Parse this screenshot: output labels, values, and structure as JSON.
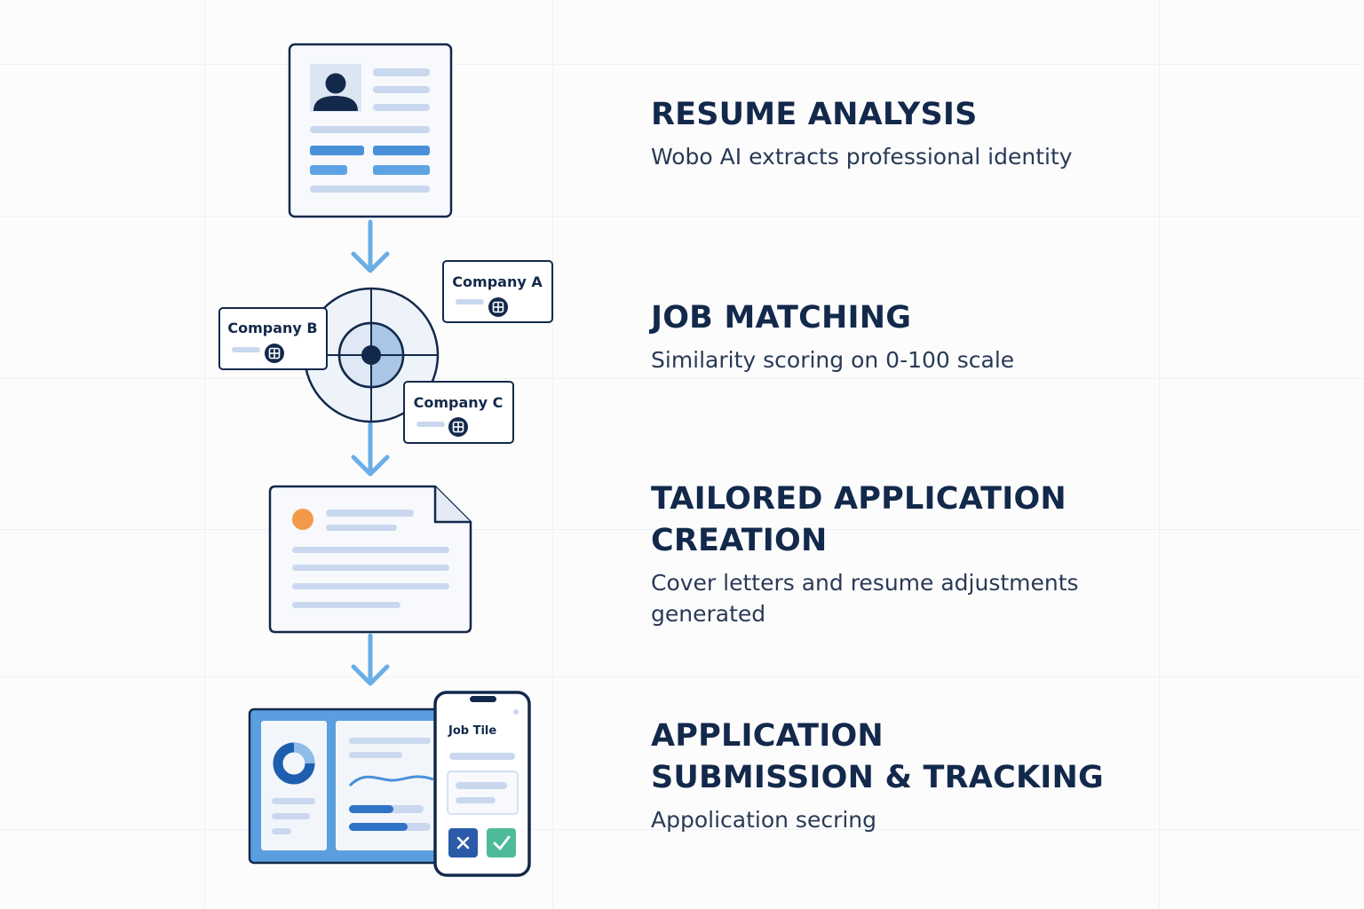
{
  "steps": [
    {
      "title": "RESUME ANALYSIS",
      "description": "Wobo AI extracts professional identity"
    },
    {
      "title": "JOB MATCHING",
      "description": "Similarity scoring on 0-100 scale"
    },
    {
      "title": "TAILORED APPLICATION\nCREATION",
      "description": "Cover letters and resume adjustments\ngenerated"
    },
    {
      "title": "APPLICATION\nSUBMISSION & TRACKING",
      "description": "Appolication secring"
    }
  ],
  "companies": {
    "a": "Company A",
    "b": "Company B",
    "c": "Company C"
  },
  "phone": {
    "job_title": "Job Tile"
  },
  "icons": {
    "reject": "close-icon",
    "accept": "check-icon",
    "match": "grid-badge-icon"
  },
  "colors": {
    "navy": "#13294b",
    "accent_blue": "#4a90d9",
    "light_blue": "#c9d8ee",
    "arrow_blue": "#6aaee6",
    "orange": "#f29a4a",
    "green": "#4dbb9a"
  }
}
